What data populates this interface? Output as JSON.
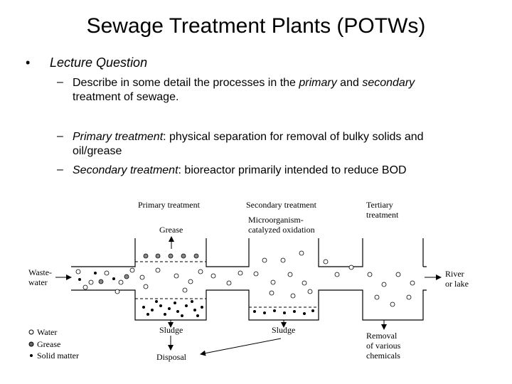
{
  "title": "Sewage Treatment Plants (POTWs)",
  "bullet_symbol": "•",
  "lecture_question": "Lecture Question",
  "dash_symbol": "–",
  "question_part1": "Describe in some detail the processes in the ",
  "question_primary": "primary",
  "question_and": " and ",
  "question_secondary": "secondary",
  "question_part2_line1_end": "",
  "question_line2": "treatment of sewage.",
  "primary_term": "Primary treatment",
  "primary_desc_line1": ": physical separation for removal of bulky solids and",
  "primary_desc_line2": "oil/grease",
  "secondary_term": "Secondary treatment",
  "secondary_desc": ": bioreactor primarily intended to reduce BOD",
  "diagram": {
    "primary_label": "Primary treatment",
    "secondary_label": "Secondary treatment",
    "tertiary_label_1": "Tertiary",
    "tertiary_label_2": "treatment",
    "micro_label_1": "Microorganism-",
    "micro_label_2": "catalyzed oxidation",
    "grease_label": "Grease",
    "wastewater_label_1": "Waste-",
    "wastewater_label_2": "water",
    "river_label_1": "River",
    "river_label_2": "or lake",
    "sludge_label_1": "Sludge",
    "sludge_label_2": "Sludge",
    "removal_label_1": "Removal",
    "removal_label_2": "of various",
    "removal_label_3": "chemicals",
    "disposal_label": "Disposal",
    "legend_water": "Water",
    "legend_grease": "Grease",
    "legend_solid": "Solid matter"
  }
}
